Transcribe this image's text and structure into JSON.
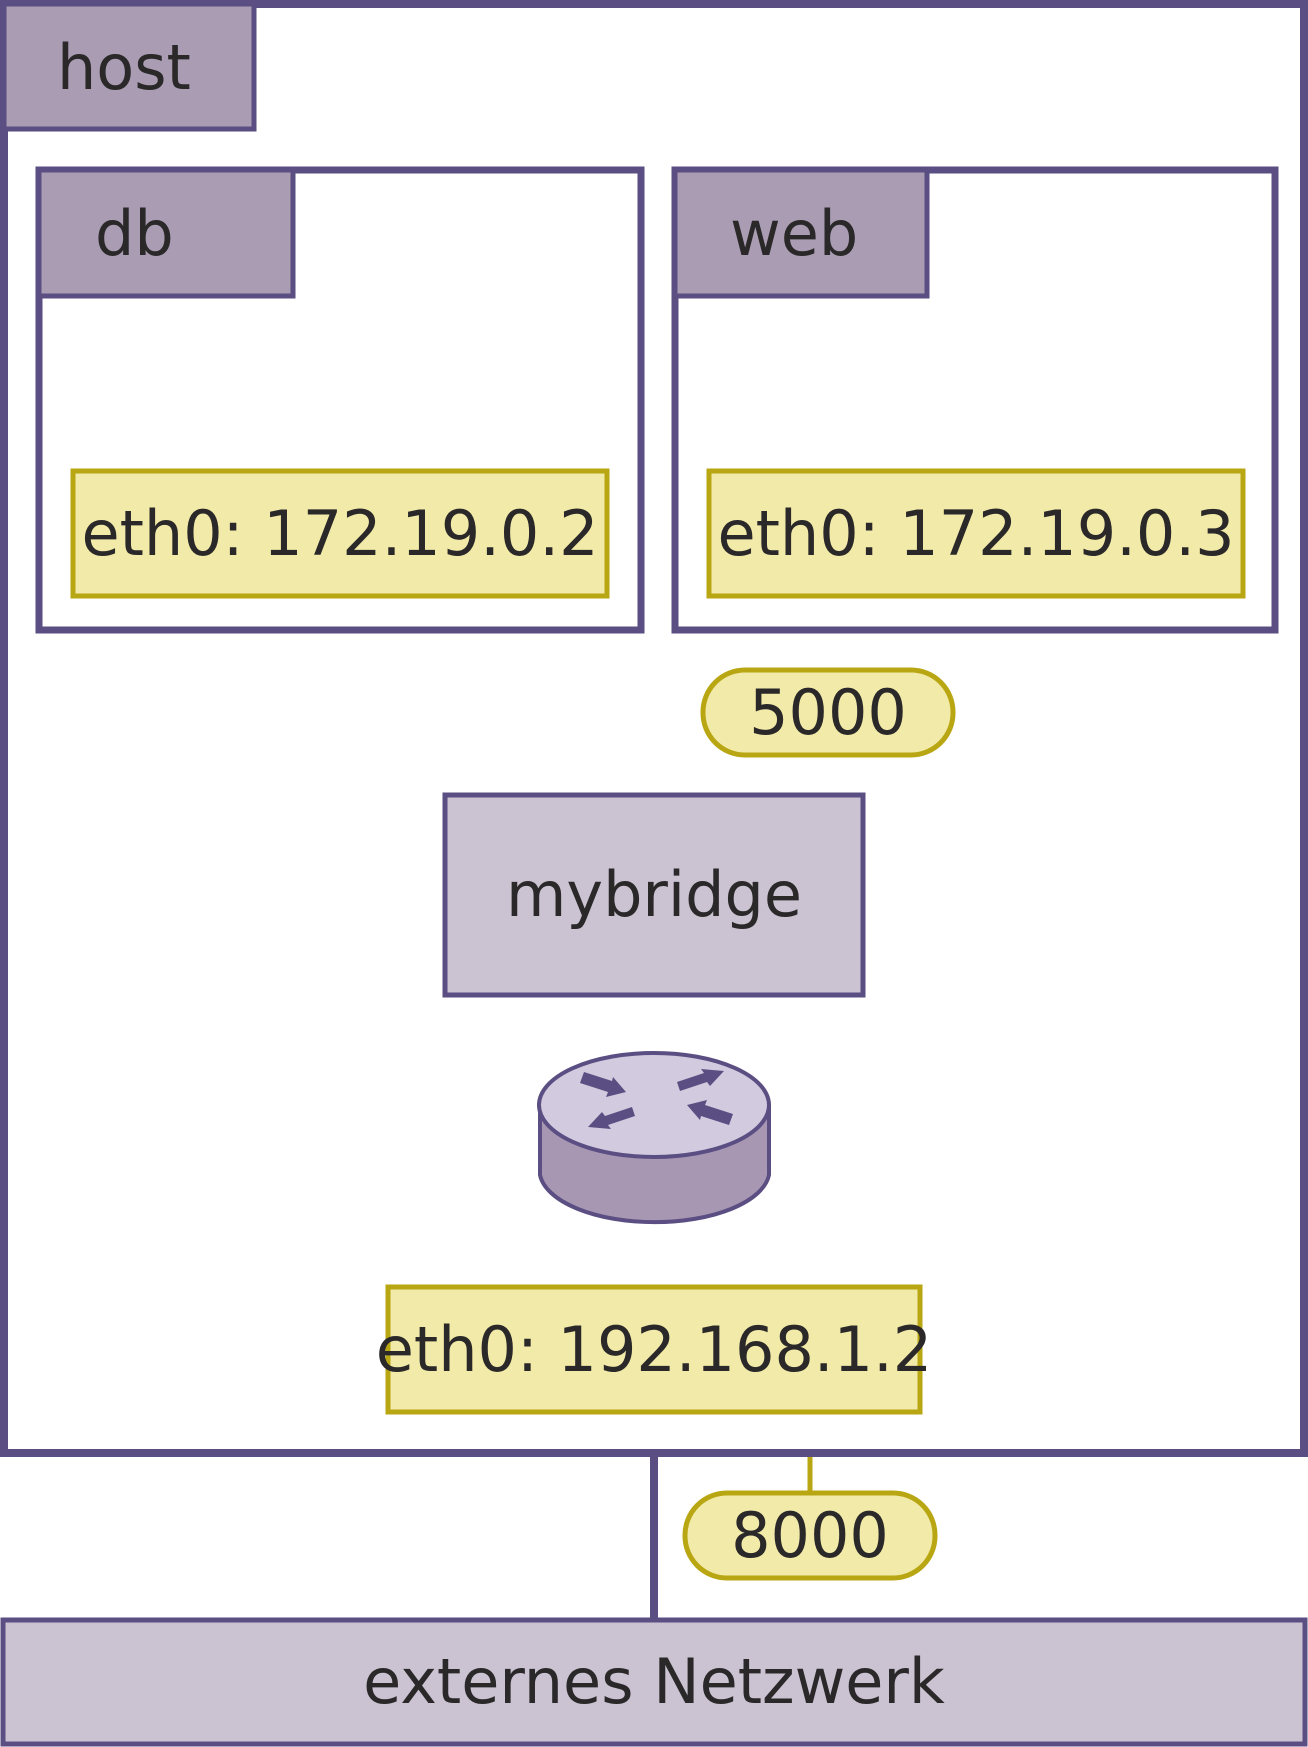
{
  "colors": {
    "frame": "#5b4e82",
    "tab_fill": "#a99cb3",
    "bridge_fill": "#cbc3d2",
    "iface_fill": "#f2eaa8",
    "iface_border": "#b8a713",
    "line_dark": "#262425",
    "text": "#2a2828",
    "router_top": "#d2cbe0",
    "router_side": "#a897b3"
  },
  "host": {
    "label": "host"
  },
  "containers": [
    {
      "id": "db",
      "label": "db",
      "interface": "eth0: 172.19.0.2"
    },
    {
      "id": "web",
      "label": "web",
      "interface": "eth0: 172.19.0.3",
      "port": "5000"
    }
  ],
  "bridge": {
    "label": "mybridge"
  },
  "router": {
    "icon": "router-icon"
  },
  "host_interface": {
    "label": "eth0: 192.168.1.2",
    "port": "8000"
  },
  "external": {
    "label": "externes Netzwerk"
  }
}
